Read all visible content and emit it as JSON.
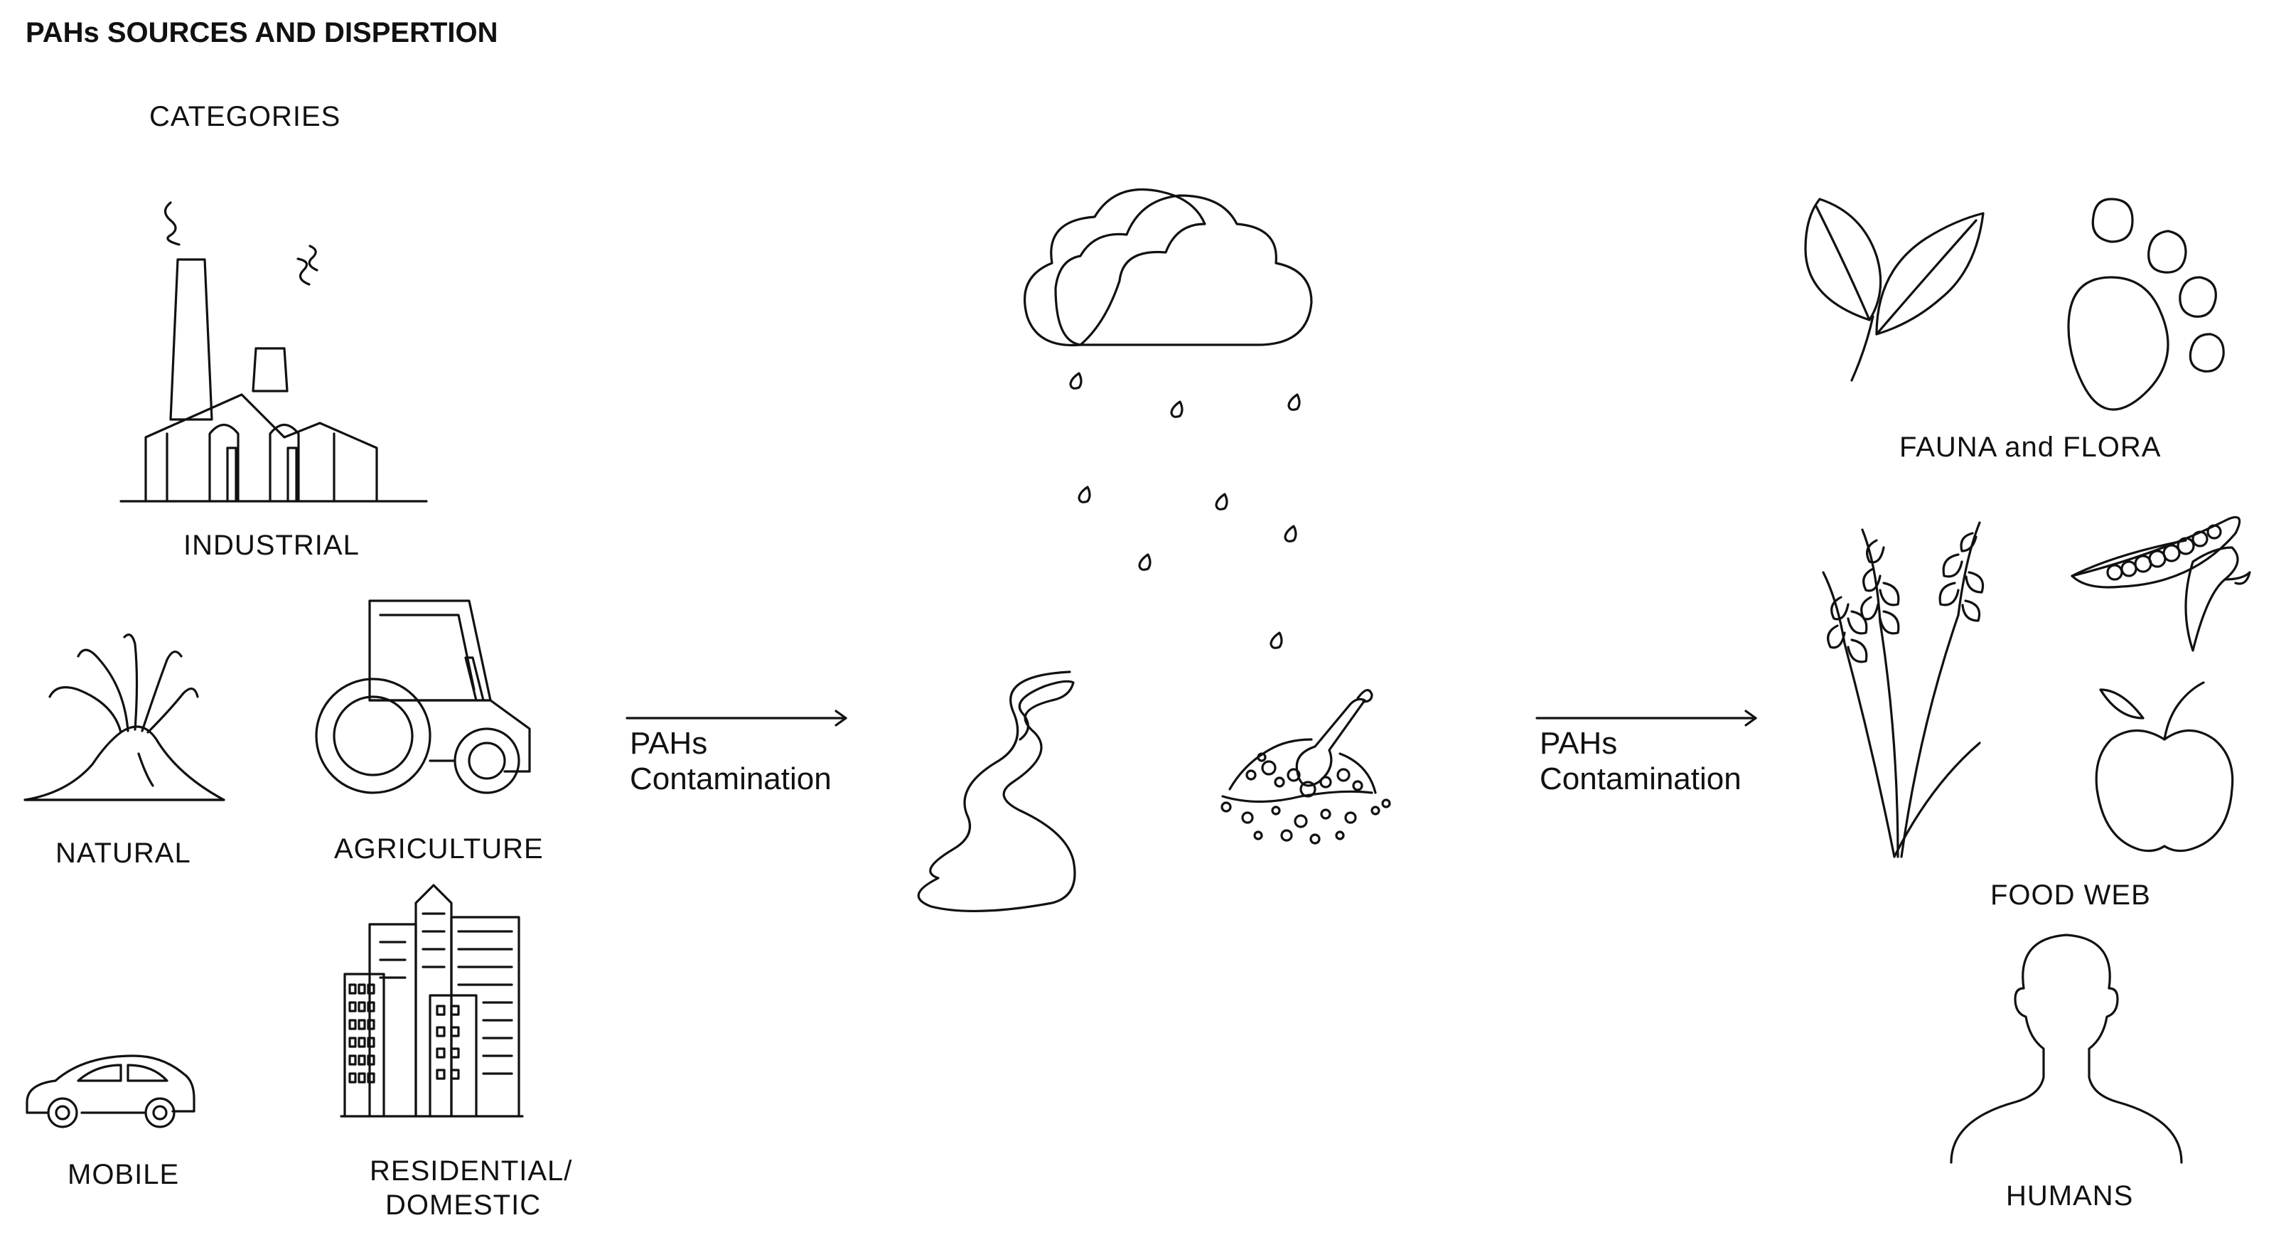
{
  "title": "PAHs SOURCES AND DISPERTION",
  "categories_heading": "CATEGORIES",
  "sources": {
    "industrial": "INDUSTRIAL",
    "natural": "NATURAL",
    "agriculture": "AGRICULTURE",
    "mobile": "MOBILE",
    "residential_line1": "RESIDENTIAL/",
    "residential_line2": "DOMESTIC"
  },
  "arrow1": {
    "line1": "PAHs",
    "line2": "Contamination"
  },
  "arrow2": {
    "line1": "PAHs",
    "line2": "Contamination"
  },
  "receptors": {
    "fauna_flora": "FAUNA and FLORA",
    "food_web": "FOOD WEB",
    "humans": "HUMANS"
  },
  "icons": [
    "factory-icon",
    "volcano-icon",
    "tractor-icon",
    "car-icon",
    "buildings-icon",
    "rain-cloud-icon",
    "river-icon",
    "soil-shovel-icon",
    "leaves-icon",
    "paw-icon",
    "wheat-icon",
    "pea-pod-icon",
    "apple-icon",
    "human-head-icon"
  ]
}
